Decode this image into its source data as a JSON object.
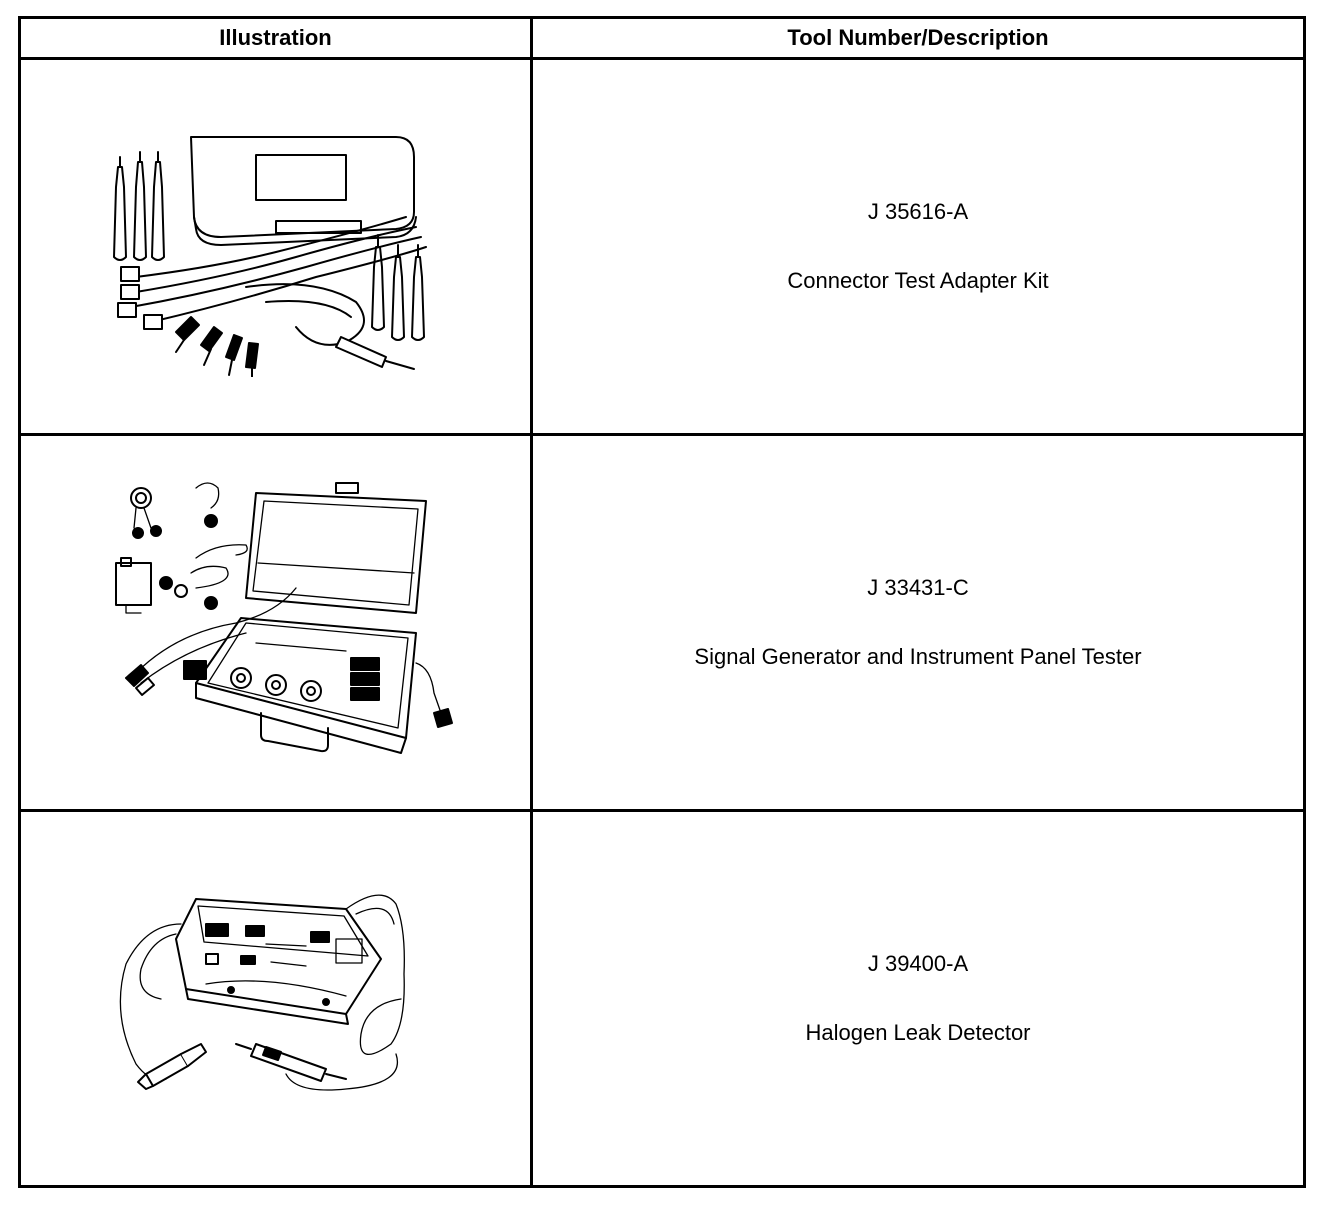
{
  "table": {
    "headers": {
      "illustration": "Illustration",
      "tool": "Tool Number/Description"
    },
    "rows": [
      {
        "number": "J 35616-A",
        "description": "Connector Test Adapter Kit",
        "illustration": "connector-test-adapter-kit-drawing"
      },
      {
        "number": "J 33431-C",
        "description": "Signal Generator and Instrument Panel Tester",
        "illustration": "signal-generator-tester-drawing"
      },
      {
        "number": "J 39400-A",
        "description": "Halogen Leak Detector",
        "illustration": "halogen-leak-detector-drawing"
      }
    ]
  }
}
